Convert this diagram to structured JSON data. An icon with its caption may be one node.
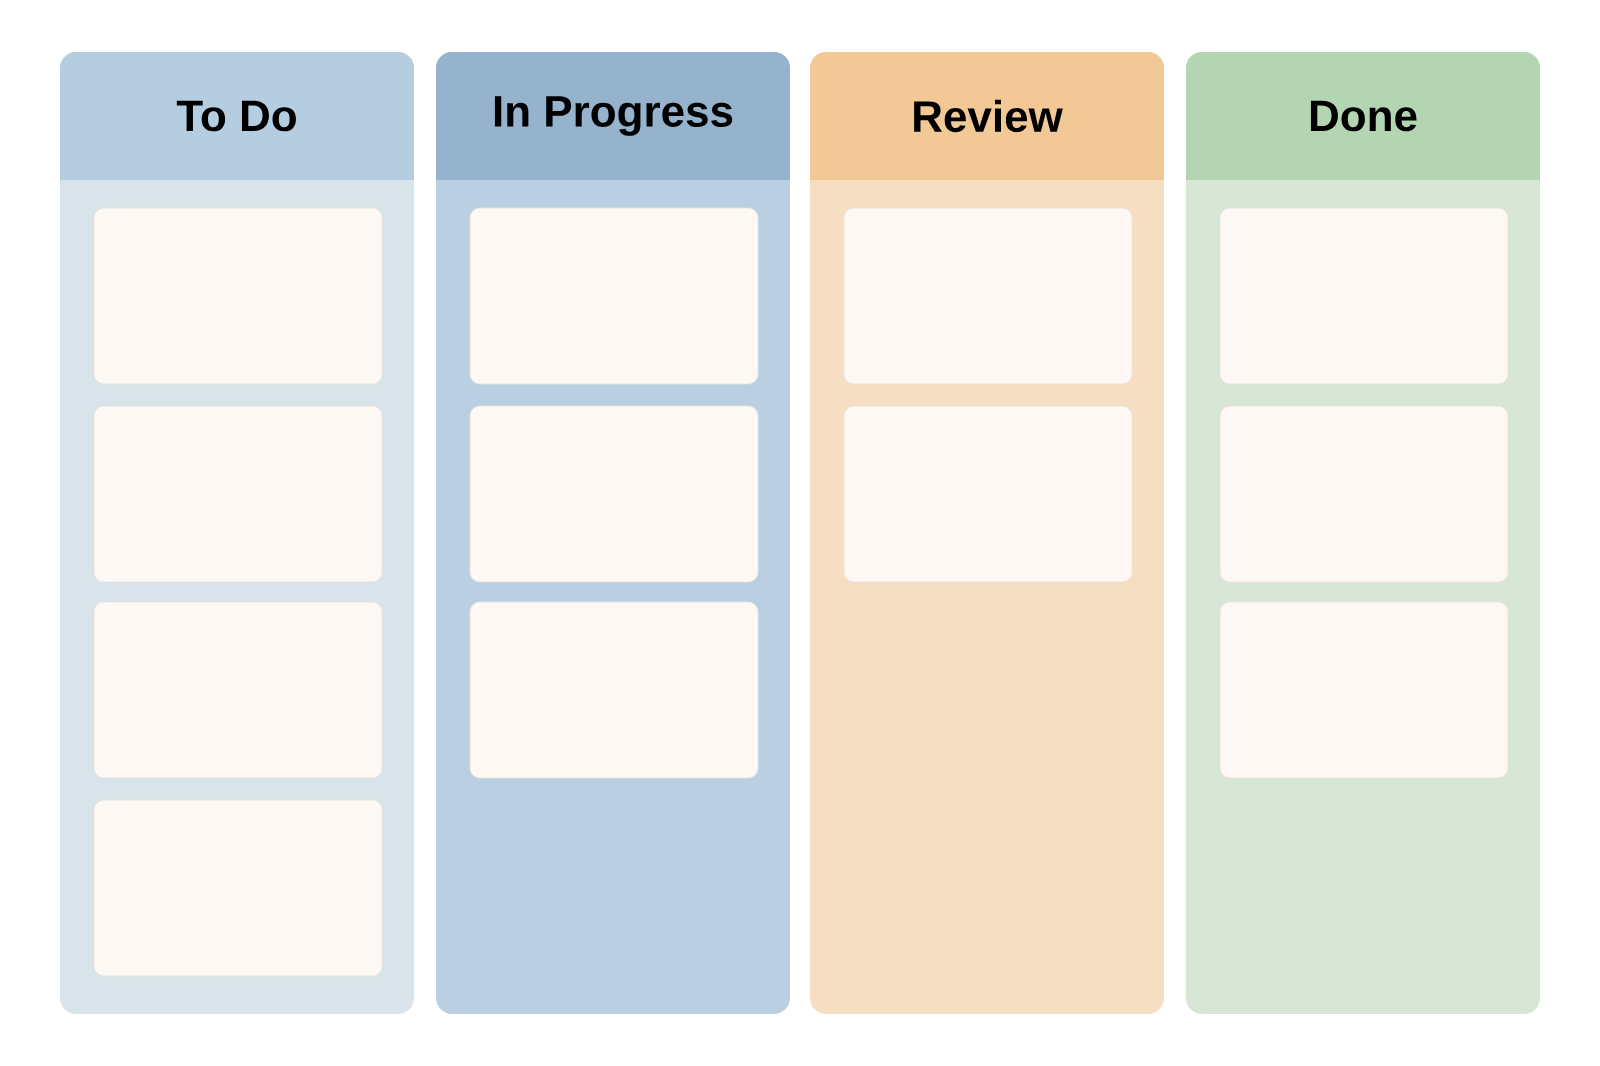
{
  "diagram": {
    "nodes": [
      {
        "text": [
          "To Do"
        ]
      },
      {
        "text": [],
        "shape": "box",
        "in": 0
      },
      {
        "text": [],
        "shape": "box",
        "in": 0
      },
      {
        "text": [],
        "shape": "box",
        "in": 0
      },
      {
        "text": [],
        "shape": "box",
        "in": 0
      },
      {
        "text": [
          "In Progress"
        ]
      },
      {
        "text": [],
        "shape": "box",
        "in": 5
      },
      {
        "text": [],
        "shape": "box",
        "in": 5
      },
      {
        "text": [],
        "shape": "box",
        "in": 5
      },
      {
        "text": [
          "Review"
        ]
      },
      {
        "text": [],
        "shape": "box",
        "in": 9
      },
      {
        "text": [],
        "shape": "box",
        "in": 9
      },
      {
        "text": [
          "Done"
        ]
      },
      {
        "text": [],
        "shape": "box",
        "in": 12
      },
      {
        "text": [],
        "shape": "box",
        "in": 12
      },
      {
        "text": [],
        "shape": "box",
        "in": 12
      }
    ]
  }
}
